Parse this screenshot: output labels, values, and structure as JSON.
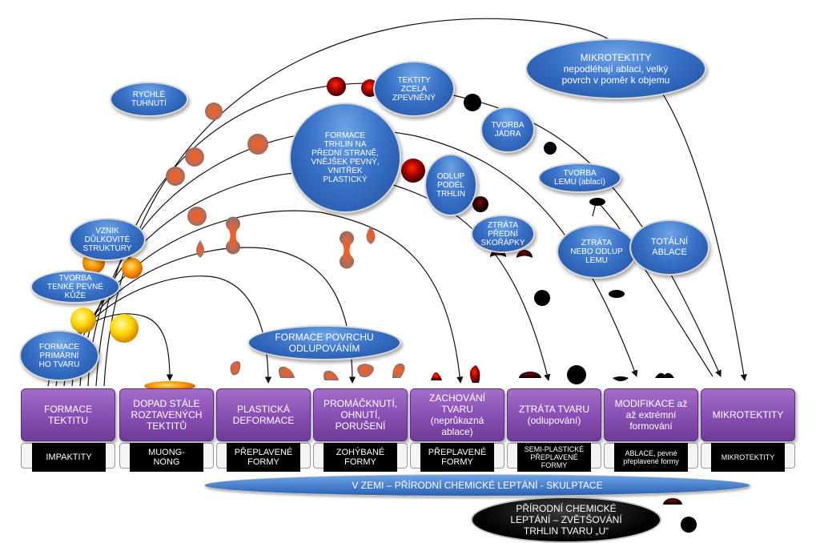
{
  "stages": [
    "FORMACE\nTEKTITU",
    "DOPAD STÁLE\nROZTAVENÝCH\nTEKTITŮ",
    "PLASTICKÁ\nDEFORMACE",
    "PROMÁČKNUTÍ,\nOHNUTÍ,\nPORUŠENÍ",
    "ZACHOVÁNÍ\nTVARU\n(neprůkazná\nablace)",
    "ZTRÁTA TVARU\n(odlupování)",
    "MODIFIKACE až\naž extrémní\nformování",
    "MIKROTEKTITY"
  ],
  "labels": [
    "IMPAKTITY",
    "MUONG-\nNONG",
    "PŘEPLAVENÉ\nFORMY",
    "ZOHÝBANÉ\nFORMY",
    "PŘEPLAVENÉ\nFORMY",
    "SEMI-PLASTICKÉ\nPŘEPLAVENÉ\nFORMY",
    "ABLACE, pevné\npřeplavené formy",
    "MIKROTEKTITY"
  ],
  "ovals": {
    "mikrotektity_top": "MIKROTEKTITY\nnepodléhají ablaci, velký\npovrch v poměr k objemu",
    "rychle_tuhnuti": "RYCHLÉ\nTUHNUTÍ",
    "tektity_zpevneny": "TEKTITY\nZCELA\nZPEVNĚNÝ",
    "formace_trhlin": "FORMACE\nTRHLIN NA\nPŘEDNÍ STRANĚ,\nVNĚJŠEK PEVNÝ,\nVNITŘEK\nPLASTICKÝ",
    "tvorba_jadra": "TVORBA\nJÁDRA",
    "odlup_trhlin": "ODLUP\nPODÉL\nTRHLIN",
    "tvorba_lemu": "TVORBA\nLEMU (ablací)",
    "ztrata_skorapky": "ZTRÁTA\nPŘEDNÍ\nSKOŘÁPKY",
    "ztrata_lemu": "ZTRÁTA\nNEBO ODLUP\nLEMU",
    "totalni_ablace": "TOTÁLNÍ\nABLACE",
    "vznik_struktury": "VZNIK\nDŮLKOVITÉ\nSTRUKTURY",
    "tvorba_kuze": "TVORBA\nTENKÉ PEVNÉ\nKŮŽE",
    "formace_primarni": "FORMACE\nPRIMÁRNÍ\nHO TVARU",
    "formace_povrchu": "FORMACE POVRCHU\nODLUPOVÁNÍM"
  },
  "band": "V ZEMI – PŘÍRODNÍ CHEMICKÉ LEPTÁNÍ - SKULPTACE",
  "black_oval": "PŘÍRODNÍ CHEMICKÉ\nLEPTÁNÍ – ZVĚTŠOVÁNÍ\nTRHLIN TVARU „U“",
  "colors": {
    "stage": "#8c52b8",
    "oval": "#3a73c8",
    "band": "#2b5fb3",
    "label": "#000000"
  }
}
